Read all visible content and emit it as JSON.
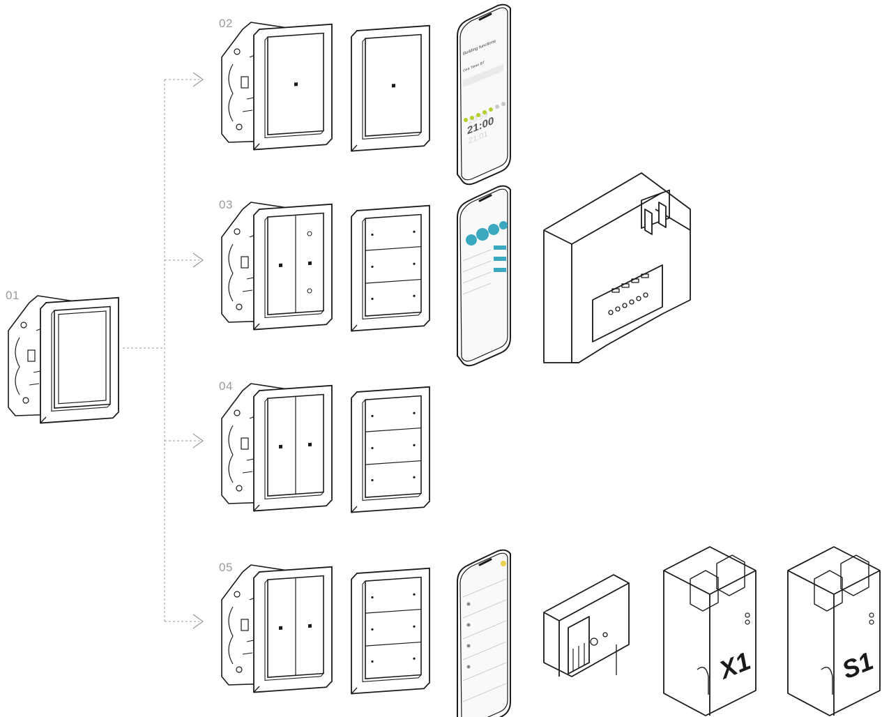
{
  "labels": {
    "step_01": "01",
    "step_02": "02",
    "step_03": "03",
    "step_04": "04",
    "step_05": "05"
  },
  "phone_02": {
    "header_title": "Building functions",
    "subtitle": "Gira Timer BT",
    "time_prev": "20:59",
    "time_main": "21:00",
    "time_next": "21:01"
  },
  "actuators": {
    "x1_label": "X1",
    "s1_label": "S1"
  },
  "colors": {
    "line": "#1a1a1a",
    "connector": "#999999",
    "label": "#9a9a9a",
    "accent_green": "#b7cd2a",
    "accent_teal": "#3aa9c0",
    "accent_yellow": "#e6d24a"
  }
}
